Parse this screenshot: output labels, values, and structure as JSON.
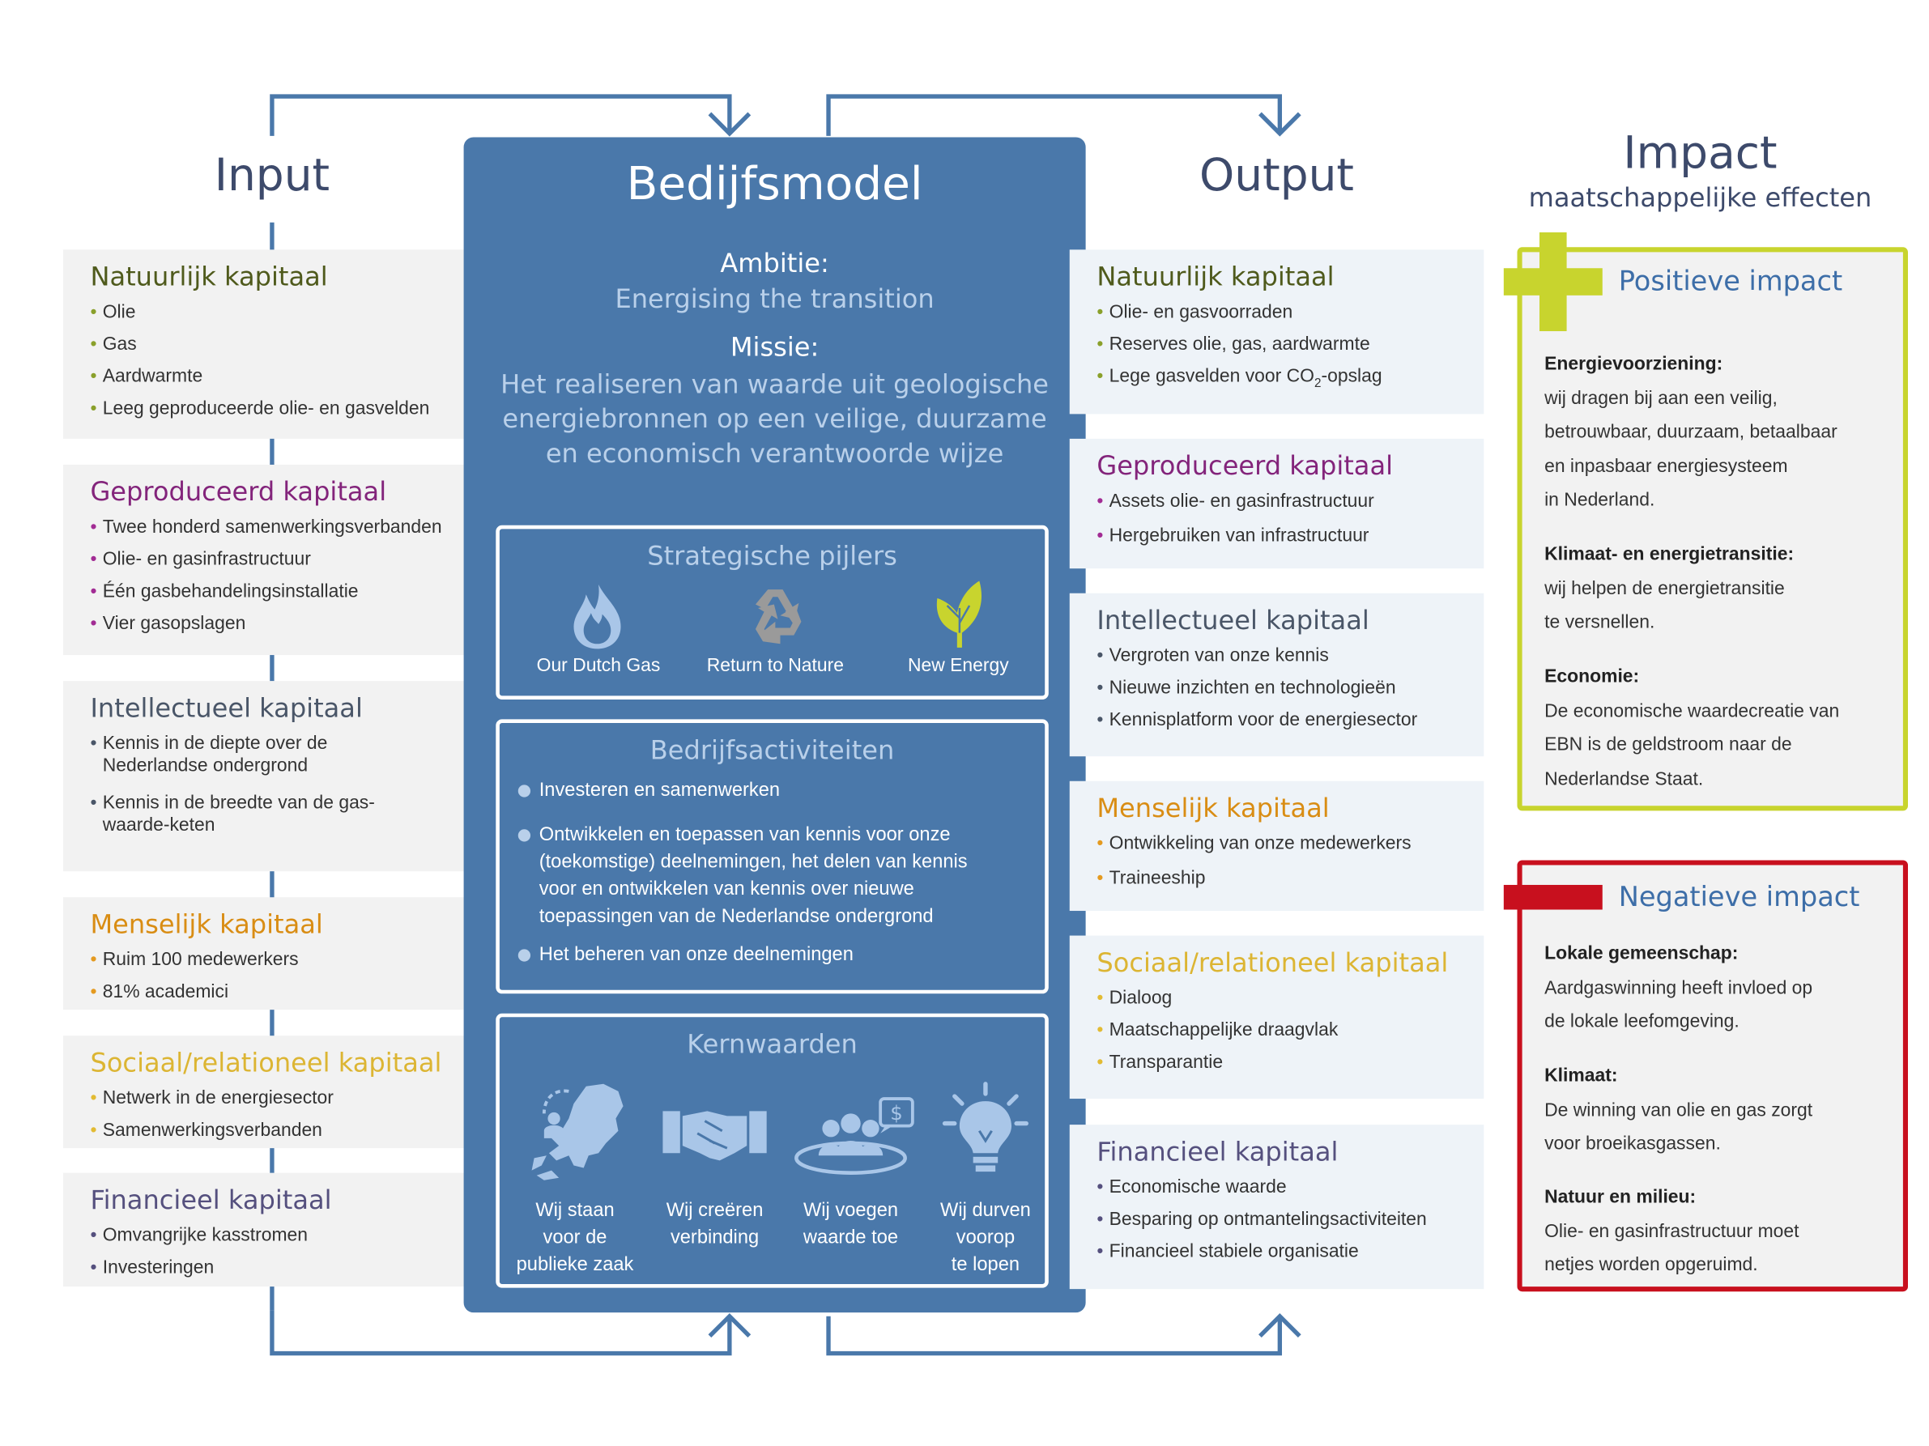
{
  "headers": {
    "input": "Input",
    "model": "Bedijfsmodel",
    "output": "Output",
    "impact": "Impact",
    "impact_sub": "maatschappelijke effecten"
  },
  "colors": {
    "model_blue": "#4a78aa",
    "flow_line": "#4a78aa",
    "positive": "#c8d42e",
    "negative": "#c8101e"
  },
  "input": {
    "natuurlijk": {
      "title": "Natuurlijk kapitaal",
      "items": [
        "Olie",
        "Gas",
        "Aardwarmte",
        "Leeg geproduceerde olie- en gasvelden"
      ]
    },
    "geproduceerd": {
      "title": "Geproduceerd kapitaal",
      "items": [
        "Twee honderd samenwerkingsverbanden",
        "Olie- en gasinfrastructuur",
        "Één gasbehandelingsinstallatie",
        "Vier gasopslagen"
      ]
    },
    "intellectueel": {
      "title": "Intellectueel kapitaal",
      "items": [
        "Kennis in de diepte over de Nederlandse ondergrond",
        "Kennis in de breedte van de gas-waarde-keten"
      ]
    },
    "menselijk": {
      "title": "Menselijk kapitaal",
      "items": [
        "Ruim 100 medewerkers",
        "81% academici"
      ]
    },
    "sociaal": {
      "title": "Sociaal/relationeel kapitaal",
      "items": [
        "Netwerk in de energiesector",
        "Samenwerkingsverbanden"
      ]
    },
    "financieel": {
      "title": "Financieel kapitaal",
      "items": [
        "Omvangrijke kasstromen",
        "Investeringen"
      ]
    }
  },
  "model": {
    "ambitie_label": "Ambitie:",
    "ambitie_text": "Energising the transition",
    "missie_label": "Missie:",
    "missie_lines": [
      "Het realiseren van waarde uit geologische",
      "energiebronnen op een veilige, duurzame",
      "en economisch verantwoorde wijze"
    ],
    "pillars_title": "Strategische pijlers",
    "pillars": [
      {
        "label": "Our Dutch Gas",
        "icon": "flame-icon"
      },
      {
        "label": "Return to Nature",
        "icon": "recycle-icon"
      },
      {
        "label": "New Energy",
        "icon": "leaf-icon"
      }
    ],
    "activities_title": "Bedrijfsactiviteiten",
    "activities": [
      [
        "Investeren en samenwerken"
      ],
      [
        "Ontwikkelen en toepassen van kennis voor onze",
        "(toekomstige) deelnemingen, het delen van kennis",
        "voor en ontwikkelen van kennis over nieuwe",
        "toepassingen van de Nederlandse ondergrond"
      ],
      [
        "Het beheren van onze deelnemingen"
      ]
    ],
    "values_title": "Kernwaarden",
    "values": [
      {
        "lines": [
          "Wij staan",
          "voor de",
          "publieke zaak"
        ],
        "icon": "netherlands-map-icon"
      },
      {
        "lines": [
          "Wij creëren",
          "verbinding"
        ],
        "icon": "handshake-icon"
      },
      {
        "lines": [
          "Wij voegen",
          "waarde toe"
        ],
        "icon": "people-value-icon"
      },
      {
        "lines": [
          "Wij durven",
          "voorop",
          "te lopen"
        ],
        "icon": "lightbulb-icon"
      }
    ]
  },
  "output": {
    "natuurlijk": {
      "title": "Natuurlijk kapitaal",
      "items": [
        "Olie- en gasvoorraden",
        "Reserves olie, gas, aardwarmte"
      ],
      "co2_item": {
        "pre": "Lege gasvelden voor CO",
        "sub": "2",
        "post": "-opslag"
      }
    },
    "geproduceerd": {
      "title": "Geproduceerd kapitaal",
      "items": [
        "Assets olie- en gasinfrastructuur",
        "Hergebruiken van infrastructuur"
      ]
    },
    "intellectueel": {
      "title": "Intellectueel kapitaal",
      "items": [
        "Vergroten van onze kennis",
        "Nieuwe inzichten en technologieën",
        "Kennisplatform voor de energiesector"
      ]
    },
    "menselijk": {
      "title": "Menselijk kapitaal",
      "items": [
        "Ontwikkeling van onze medewerkers",
        "Traineeship"
      ]
    },
    "sociaal": {
      "title": "Sociaal/relationeel kapitaal",
      "items": [
        "Dialoog",
        "Maatschappelijke draagvlak",
        "Transparantie"
      ]
    },
    "financieel": {
      "title": "Financieel kapitaal",
      "items": [
        "Economische waarde",
        "Besparing op ontmantelingsactiviteiten",
        "Financieel stabiele organisatie"
      ]
    }
  },
  "impact": {
    "positive": {
      "title": "Positieve impact",
      "sections": [
        {
          "heading": "Energievoorziening:",
          "lines": [
            "wij dragen bij aan een veilig,",
            "betrouwbaar, duurzaam, betaalbaar",
            "en inpasbaar energiesysteem",
            "in Nederland."
          ]
        },
        {
          "heading": "Klimaat- en energietransitie:",
          "lines": [
            "wij helpen de energietransitie",
            "te versnellen."
          ]
        },
        {
          "heading": "Economie:",
          "lines": [
            "De economische waardecreatie van",
            "EBN is de geldstroom naar de",
            "Nederlandse Staat."
          ]
        }
      ]
    },
    "negative": {
      "title": "Negatieve impact",
      "sections": [
        {
          "heading": "Lokale gemeenschap:",
          "lines": [
            "Aardgaswinning heeft invloed op",
            "de lokale leefomgeving."
          ]
        },
        {
          "heading": "Klimaat:",
          "lines": [
            "De winning van olie en gas zorgt",
            "voor broeikasgassen."
          ]
        },
        {
          "heading": "Natuur en milieu:",
          "lines": [
            "Olie- en gasinfrastructuur moet",
            "netjes worden opgeruimd."
          ]
        }
      ]
    }
  }
}
